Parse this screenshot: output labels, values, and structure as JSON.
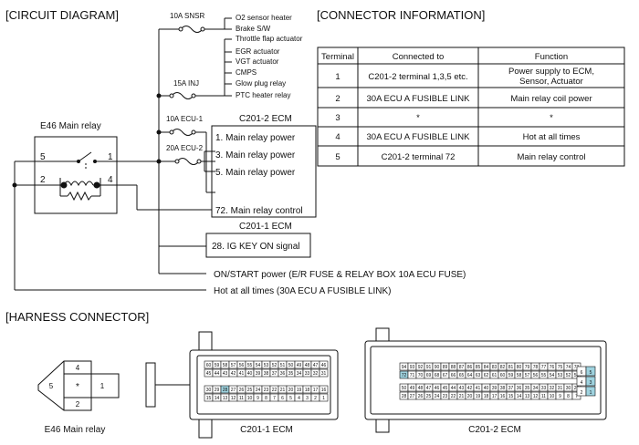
{
  "sections": {
    "circuit": "[CIRCUIT DIAGRAM]",
    "connector": "[CONNECTOR INFORMATION]",
    "harness": "[HARNESS CONNECTOR]"
  },
  "circuit": {
    "fuses": {
      "snsr": "10A  SNSR",
      "inj": "15A INJ",
      "ecu1": "10A  ECU-1",
      "ecu2": "20A ECU-2"
    },
    "loads": [
      "O2 sensor heater",
      "Brake S/W",
      "Throttle flap actuator",
      "EGR actuator",
      "VGT actuator",
      "CMPS",
      "Glow plug relay",
      "PTC heater relay"
    ],
    "relay": {
      "title": "E46 Main relay",
      "pins": [
        "5",
        "1",
        "2",
        "4"
      ]
    },
    "ecm2": {
      "title": "C201-2 ECM",
      "rows": [
        "1. Main relay power",
        "3. Main relay power",
        "5. Main relay power",
        "72. Main relay control"
      ]
    },
    "ecm1": {
      "title": "C201-1 ECM",
      "row": "28. IG KEY ON signal"
    },
    "power_labels": [
      "ON/START power (E/R FUSE & RELAY BOX 10A ECU FUSE)",
      "Hot at all times (30A ECU A FUSIBLE LINK)"
    ]
  },
  "connector_table": {
    "headers": [
      "Terminal",
      "Connected to",
      "Function"
    ],
    "rows": [
      {
        "terminal": "1",
        "connected": "C201-2 terminal 1,3,5 etc.",
        "function": [
          "Power supply to ECM,",
          "Sensor, Actuator"
        ]
      },
      {
        "terminal": "2",
        "connected": "30A ECU A FUSIBLE LINK",
        "function": [
          "Main relay coil power"
        ]
      },
      {
        "terminal": "3",
        "connected": "*",
        "function": [
          "*"
        ]
      },
      {
        "terminal": "4",
        "connected": "30A ECU A FUSIBLE LINK",
        "function": [
          "Hot at all times"
        ]
      },
      {
        "terminal": "5",
        "connected": "C201-2 terminal 72",
        "function": [
          "Main relay control"
        ]
      }
    ]
  },
  "harness": {
    "relay_label": "E46 Main relay",
    "relay_pins": [
      "4",
      "5",
      "*",
      "1",
      "2"
    ],
    "c2011_label": "C201-1 ECM",
    "c2011_rows": [
      [
        "60",
        "59",
        "58",
        "57",
        "56",
        "55",
        "54",
        "53",
        "52",
        "51",
        "50",
        "49",
        "48",
        "47",
        "46"
      ],
      [
        "45",
        "44",
        "43",
        "42",
        "41",
        "40",
        "39",
        "38",
        "37",
        "36",
        "35",
        "34",
        "33",
        "32",
        "31"
      ],
      [
        "30",
        "29",
        "28",
        "27",
        "26",
        "25",
        "24",
        "23",
        "22",
        "21",
        "20",
        "19",
        "18",
        "17",
        "16"
      ],
      [
        "15",
        "14",
        "13",
        "12",
        "11",
        "10",
        "9",
        "8",
        "7",
        "6",
        "5",
        "4",
        "3",
        "2",
        "1"
      ]
    ],
    "c2012_label": "C201-2 ECM",
    "c2012_rows": [
      [
        "94",
        "93",
        "92",
        "91",
        "90",
        "89",
        "88",
        "87",
        "86",
        "85",
        "84",
        "83",
        "82",
        "81",
        "80",
        "79",
        "78",
        "77",
        "76",
        "75",
        "74",
        "73"
      ],
      [
        "72",
        "71",
        "70",
        "69",
        "68",
        "67",
        "66",
        "65",
        "64",
        "63",
        "62",
        "61",
        "60",
        "59",
        "58",
        "57",
        "56",
        "55",
        "54",
        "53",
        "52",
        "51"
      ],
      [
        "50",
        "49",
        "48",
        "47",
        "46",
        "45",
        "44",
        "43",
        "42",
        "41",
        "40",
        "39",
        "38",
        "37",
        "36",
        "35",
        "34",
        "33",
        "32",
        "31",
        "30",
        "29"
      ],
      [
        "28",
        "27",
        "26",
        "25",
        "24",
        "23",
        "22",
        "21",
        "20",
        "19",
        "18",
        "17",
        "16",
        "15",
        "14",
        "13",
        "12",
        "11",
        "10",
        "9",
        "8",
        "7"
      ]
    ],
    "c2012_side": [
      [
        "6",
        "5"
      ],
      [
        "4",
        "3"
      ],
      [
        "2",
        "1"
      ]
    ],
    "highlight": "#9fd3df"
  }
}
